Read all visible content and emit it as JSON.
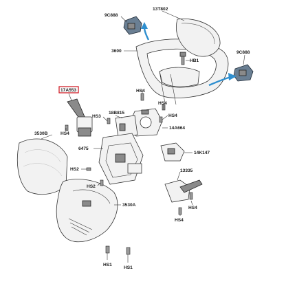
{
  "parts": {
    "p9c888_top": "9C888",
    "p13t802": "13T802",
    "p3600": "3600",
    "phb1": "HB1",
    "p9c888_right": "9C888",
    "p17a553": "17A553",
    "phs4_a": "HS4",
    "phs4_b": "HS4",
    "phs4_c": "HS4",
    "phs4_d": "HS4",
    "phs4_e": "HS4",
    "phs3": "HS3",
    "p18b815": "18B815",
    "p14a664": "14A664",
    "p3530b": "3530B",
    "p6475": "6475",
    "p14k147": "14K147",
    "phs2_a": "HS2",
    "phs2_b": "HS2",
    "p13335": "13335",
    "p3530a": "3530A",
    "phs4_f": "HS4",
    "phs1_a": "HS1",
    "phs1_b": "HS1"
  },
  "colors": {
    "highlight": "#d1202a",
    "arrow": "#2f8fcf"
  }
}
